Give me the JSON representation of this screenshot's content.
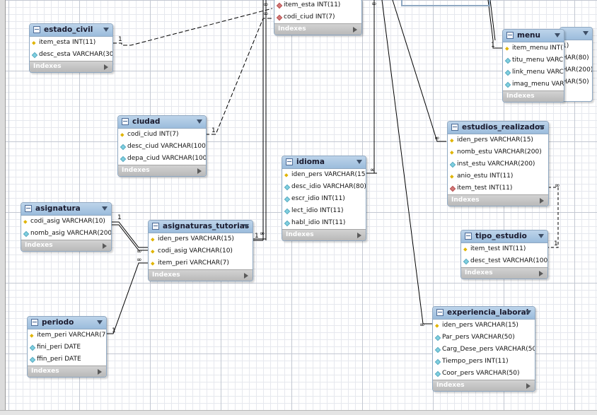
{
  "footer_label": "Indexes",
  "tables": {
    "top_table": {
      "columns": [
        {
          "key": "red",
          "text": "item_esta INT(11)"
        },
        {
          "key": "red",
          "text": "codi_ciud INT(7)"
        }
      ]
    },
    "estado_civil": {
      "name": "estado_civil",
      "columns": [
        {
          "key": "pk",
          "text": "item_esta INT(11)"
        },
        {
          "key": "cyan",
          "text": "desc_esta VARCHAR(30)"
        }
      ]
    },
    "ciudad": {
      "name": "ciudad",
      "columns": [
        {
          "key": "pk",
          "text": "codi_ciud INT(7)"
        },
        {
          "key": "cyan",
          "text": "desc_ciud VARCHAR(100)"
        },
        {
          "key": "cyan",
          "text": "depa_ciud VARCHAR(100)"
        }
      ]
    },
    "asignatura": {
      "name": "asignatura",
      "columns": [
        {
          "key": "pk",
          "text": "codi_asig VARCHAR(10)"
        },
        {
          "key": "cyan",
          "text": "nomb_asig VARCHAR(200)"
        }
      ]
    },
    "asignaturas_tutorias": {
      "name": "asignaturas_tutorias",
      "columns": [
        {
          "key": "pk",
          "text": "iden_pers VARCHAR(15)"
        },
        {
          "key": "pk",
          "text": "codi_asig VARCHAR(10)"
        },
        {
          "key": "pk",
          "text": "item_peri VARCHAR(7)"
        }
      ]
    },
    "periodo": {
      "name": "periodo",
      "columns": [
        {
          "key": "pk",
          "text": "item_peri VARCHAR(7)"
        },
        {
          "key": "cyan",
          "text": "fini_peri DATE"
        },
        {
          "key": "cyan",
          "text": "ffin_peri DATE"
        }
      ]
    },
    "idioma": {
      "name": "idioma",
      "columns": [
        {
          "key": "pk",
          "text": "iden_pers VARCHAR(15)"
        },
        {
          "key": "cyan",
          "text": "desc_idio VARCHAR(80)"
        },
        {
          "key": "cyan",
          "text": "escr_idio INT(11)"
        },
        {
          "key": "cyan",
          "text": "lect_idio INT(11)"
        },
        {
          "key": "cyan",
          "text": "habl_idio INT(11)"
        }
      ]
    },
    "menu": {
      "name": "menu",
      "columns": [
        {
          "key": "pk",
          "text": "item_menu INT(1"
        },
        {
          "key": "cyan",
          "text": "titu_menu VARC"
        },
        {
          "key": "cyan",
          "text": "link_menu VARC"
        },
        {
          "key": "cyan",
          "text": "imag_menu VARC"
        }
      ],
      "overlay_texts": [
        "1)",
        "HAR(80)",
        "HAR(200)",
        "HAR(50)"
      ]
    },
    "estudios_realizados": {
      "name": "estudios_realizados",
      "columns": [
        {
          "key": "pk",
          "text": "iden_pers VARCHAR(15)"
        },
        {
          "key": "pk",
          "text": "nomb_estu VARCHAR(200)"
        },
        {
          "key": "cyan",
          "text": "inst_estu VARCHAR(200)"
        },
        {
          "key": "pk",
          "text": "anio_estu INT(11)"
        },
        {
          "key": "red",
          "text": "item_test INT(11)"
        }
      ]
    },
    "tipo_estudio": {
      "name": "tipo_estudio",
      "columns": [
        {
          "key": "pk",
          "text": "item_test INT(11)"
        },
        {
          "key": "cyan",
          "text": "desc_test VARCHAR(100)"
        }
      ]
    },
    "experiencia_laboral": {
      "name": "experiencia_laboral",
      "columns": [
        {
          "key": "pk",
          "text": "iden_pers VARCHAR(15)"
        },
        {
          "key": "cyan",
          "text": "Par_pers VARCHAR(50)"
        },
        {
          "key": "cyan",
          "text": "Carg_Dese_pers VARCHAR(50)"
        },
        {
          "key": "cyan",
          "text": "Tiempo_pers INT(11)"
        },
        {
          "key": "cyan",
          "text": "Coor_pers VARCHAR(50)"
        }
      ]
    }
  },
  "relationship_labels": [
    "1",
    "∞",
    "1",
    "∞",
    "1",
    "∞",
    "1",
    "∞",
    "1",
    "∞",
    "∞",
    "1",
    "∞",
    "1",
    "∞",
    "∞",
    "∞"
  ]
}
